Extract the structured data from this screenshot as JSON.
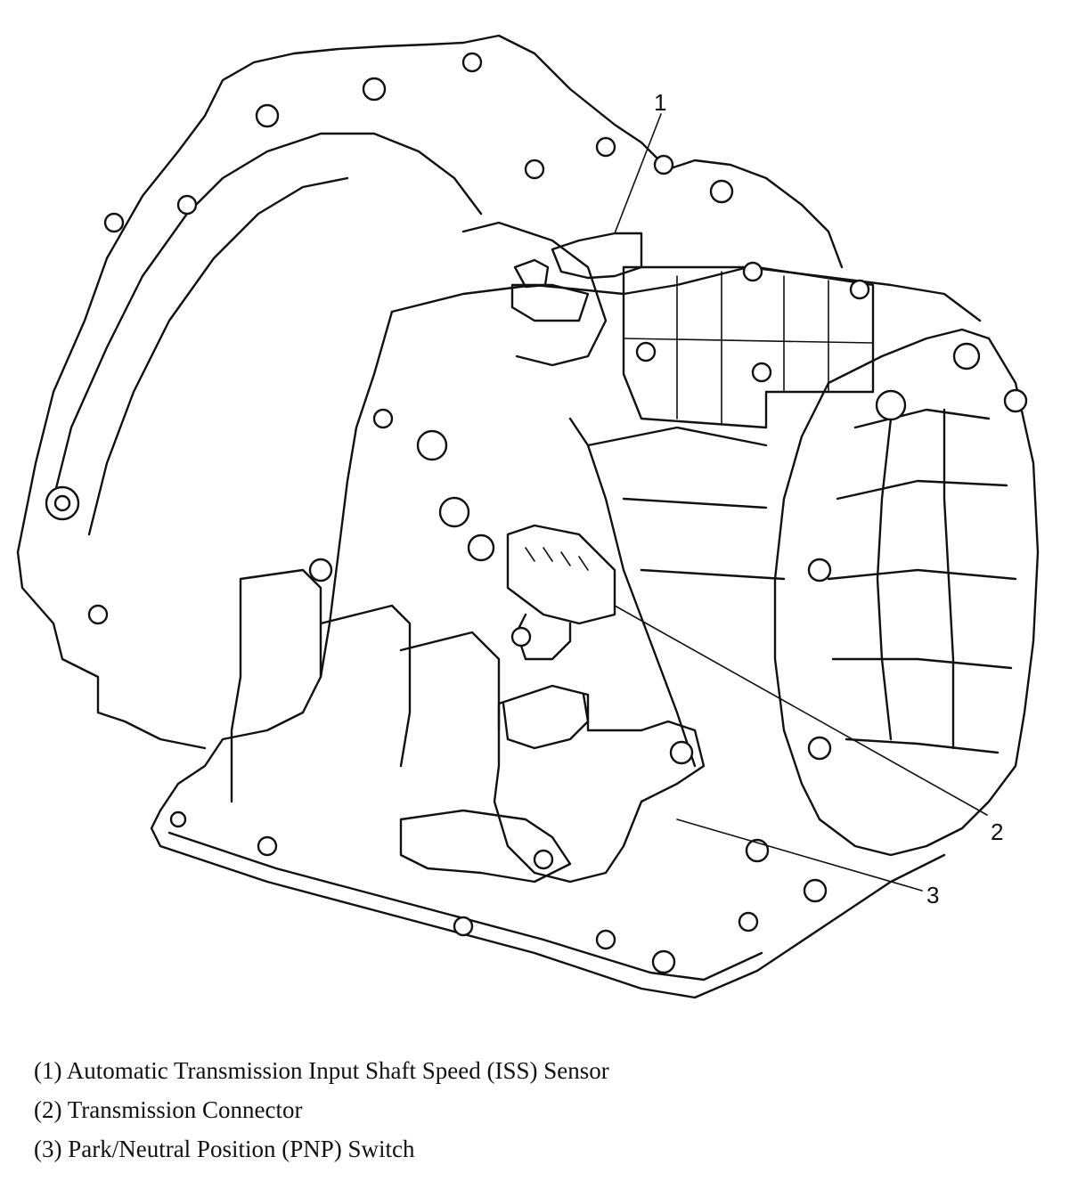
{
  "figure": {
    "subject_icon": "transmission-assembly-line-drawing",
    "stroke_color": "#111111",
    "background_color": "#ffffff"
  },
  "callouts": [
    {
      "number": "1"
    },
    {
      "number": "2"
    },
    {
      "number": "3"
    }
  ],
  "legend": [
    {
      "text": "(1) Automatic Transmission Input Shaft Speed (ISS) Sensor"
    },
    {
      "text": "(2) Transmission Connector"
    },
    {
      "text": "(3) Park/Neutral Position (PNP) Switch"
    }
  ]
}
